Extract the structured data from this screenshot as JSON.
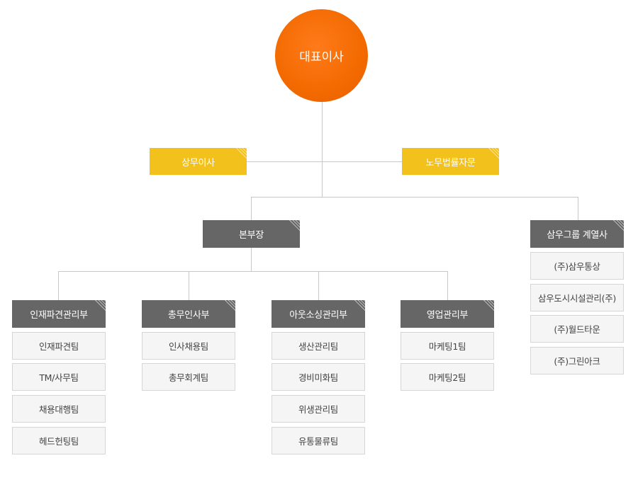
{
  "ceo": "대표이사",
  "advisors": {
    "left": "상무이사",
    "right": "노무법률자문"
  },
  "main_head": "본부장",
  "affiliates": {
    "title": "삼우그룹 계열사",
    "items": [
      "(주)삼우통상",
      "삼우도시시설관리(주)",
      "(주)월드타운",
      "(주)그린아크"
    ]
  },
  "departments": [
    {
      "title": "인재파견관리부",
      "teams": [
        "인재파견팀",
        "TM/사무팀",
        "채용대행팀",
        "헤드헌팅팀"
      ]
    },
    {
      "title": "총무인사부",
      "teams": [
        "인사채용팀",
        "총무회계팀"
      ]
    },
    {
      "title": "아웃소싱관리부",
      "teams": [
        "생산관리팀",
        "경비미화팀",
        "위생관리팀",
        "유통물류팀"
      ]
    },
    {
      "title": "영업관리부",
      "teams": [
        "마케팅1팀",
        "마케팅2팀"
      ]
    }
  ],
  "colors": {
    "ceo": "#f26a00",
    "advisor": "#f3c11b",
    "department": "#666666",
    "team_bg": "#f5f5f5",
    "connector": "#c8c8c8"
  }
}
